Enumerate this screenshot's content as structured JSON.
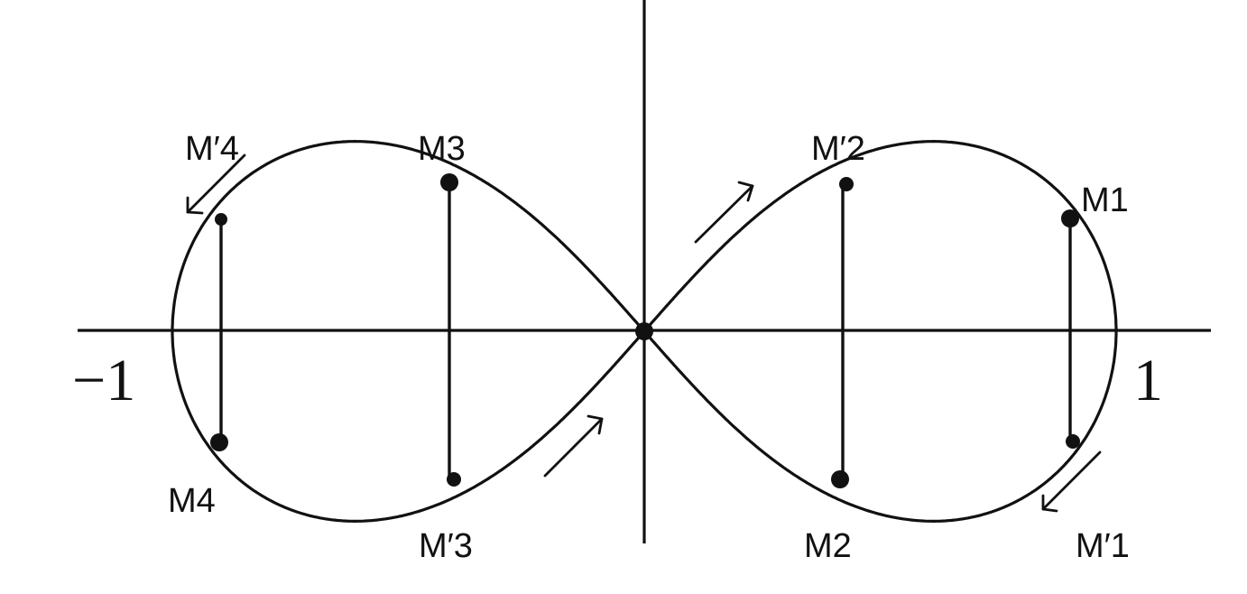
{
  "diagram": {
    "tick_labels": {
      "minus_one": "−1",
      "one": "1"
    },
    "points": {
      "M1": "M1",
      "M_prime_1": "M′1",
      "M2": "M2",
      "M_prime_2": "M′2",
      "M3": "M3",
      "M_prime_3": "M′3",
      "M4": "M4",
      "M_prime_4": "M′4"
    },
    "colors": {
      "ink": "#111111",
      "background": "#ffffff"
    }
  }
}
